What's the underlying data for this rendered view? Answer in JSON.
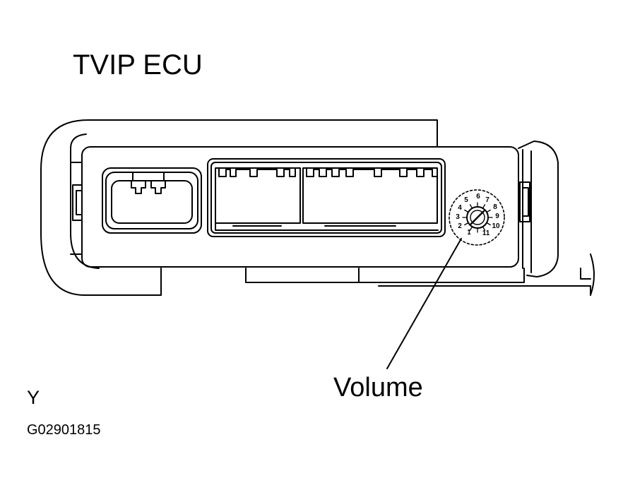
{
  "title": "TVIP ECU",
  "callout": "Volume",
  "corner_mark": "Y",
  "figure_code": "G02901815",
  "dial_numbers": [
    "1",
    "2",
    "3",
    "4",
    "5",
    "6",
    "7",
    "8",
    "9",
    "10",
    "11"
  ]
}
